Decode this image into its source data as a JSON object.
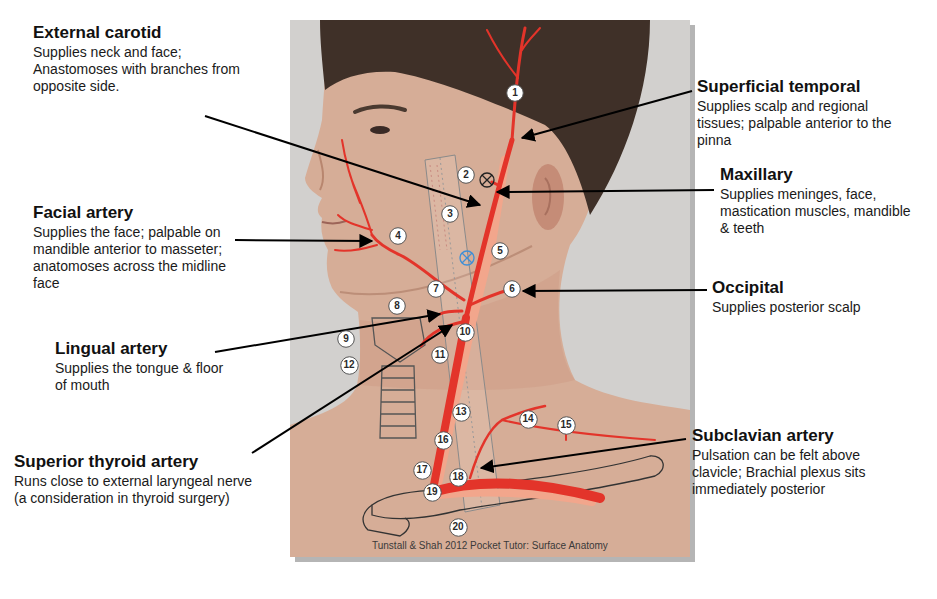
{
  "diagram": {
    "nodes": [
      {
        "text": [
          "1"
        ]
      },
      {
        "text": [
          "2"
        ]
      },
      {
        "text": [
          "3"
        ]
      },
      {
        "text": [
          "4"
        ]
      },
      {
        "text": [
          "5"
        ]
      },
      {
        "text": [
          "6"
        ]
      },
      {
        "text": [
          "7"
        ]
      },
      {
        "text": [
          "8"
        ]
      },
      {
        "text": [
          "9"
        ]
      },
      {
        "text": [
          "10"
        ]
      },
      {
        "text": [
          "11"
        ]
      },
      {
        "text": [
          "12"
        ]
      },
      {
        "text": [
          "13"
        ]
      },
      {
        "text": [
          "14"
        ]
      },
      {
        "text": [
          "15"
        ]
      },
      {
        "text": [
          "16"
        ]
      },
      {
        "text": [
          "17"
        ]
      },
      {
        "text": [
          "18"
        ]
      },
      {
        "text": [
          "19"
        ]
      },
      {
        "text": [
          "20"
        ]
      }
    ],
    "labels": [
      "External carotid",
      "Supplies neck and face; Anastomoses with branches from opposite side.",
      "Superficial temporal",
      "Supplies scalp and regional tissues; palpable anterior to the pinna",
      "Maxillary",
      "Supplies meninges, face, mastication muscles, mandible & teeth",
      "Facial artery",
      "Supplies the face; palpable on mandible anterior to masseter; anatomoses across the midline face",
      "Occipital",
      "Supplies posterior scalp",
      "Lingual artery",
      "Supplies the tongue & floor of mouth",
      "Superior thyroid artery",
      "Runs close to external laryngeal nerve (a consideration in thyroid surgery)",
      "Subclavian artery",
      "Pulsation can be felt above clavicle; Brachial plexus sits immediately posterior",
      "Tunstall & Shah 2012 Pocket Tutor: Surface Anatomy"
    ]
  }
}
